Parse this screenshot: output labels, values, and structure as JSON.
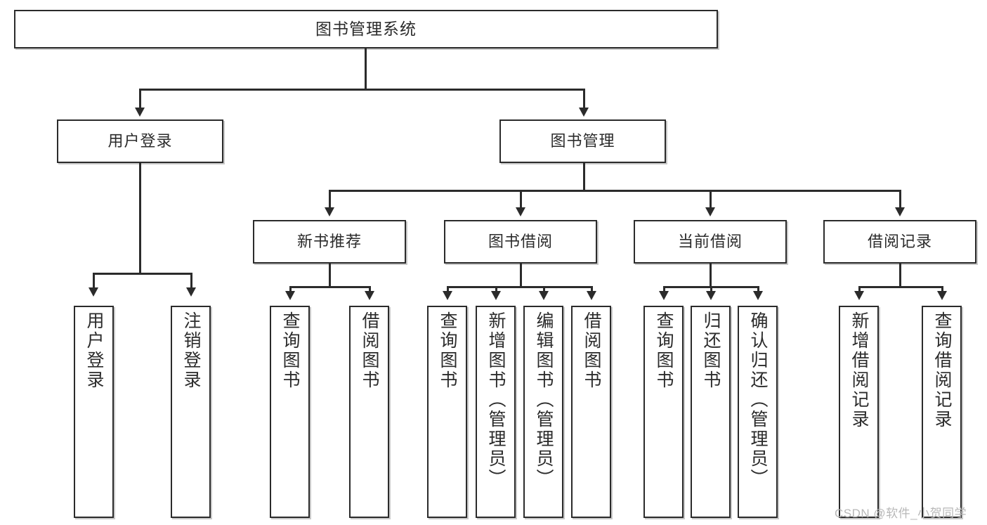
{
  "diagram": {
    "type": "tree",
    "title": "图书管理系统",
    "root": {
      "label": "图书管理系统"
    },
    "level2": [
      {
        "label": "用户登录"
      },
      {
        "label": "图书管理"
      }
    ],
    "level3": [
      {
        "label": "新书推荐"
      },
      {
        "label": "图书借阅"
      },
      {
        "label": "当前借阅"
      },
      {
        "label": "借阅记录"
      }
    ],
    "leaves": {
      "user_login": [
        {
          "label": "用户登录"
        },
        {
          "label": "注销登录"
        }
      ],
      "new_book_recommend": [
        {
          "label": "查询图书"
        },
        {
          "label": "借阅图书"
        }
      ],
      "book_borrow": [
        {
          "label": "查询图书"
        },
        {
          "label": "新增图书（管理员）"
        },
        {
          "label": "编辑图书（管理员）"
        },
        {
          "label": "借阅图书"
        }
      ],
      "current_borrow": [
        {
          "label": "查询图书"
        },
        {
          "label": "归还图书"
        },
        {
          "label": "确认归还（管理员）"
        }
      ],
      "borrow_record": [
        {
          "label": "新增借阅记录"
        },
        {
          "label": "查询借阅记录"
        }
      ]
    },
    "colors": {
      "stroke": "#2b2b2b",
      "fill": "#ffffff",
      "text": "#2b2b2b",
      "watermark": "#b8b8b8"
    }
  },
  "watermark": {
    "text": "CSDN @软件_小贺同学"
  }
}
